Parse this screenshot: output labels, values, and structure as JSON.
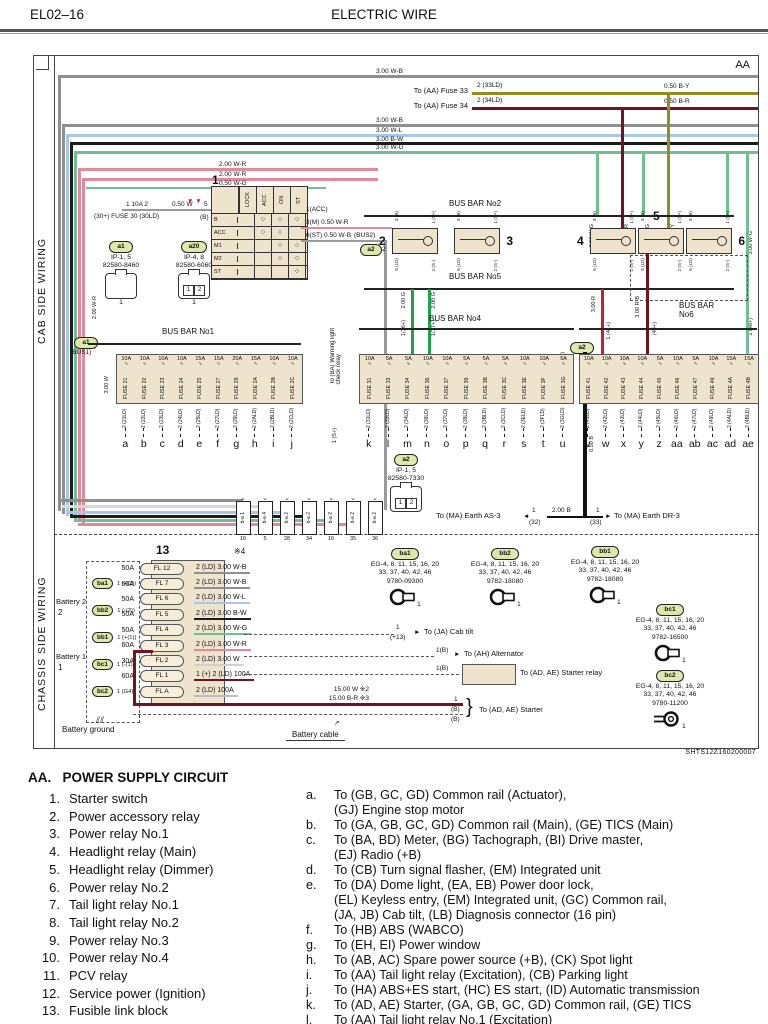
{
  "header": {
    "code": "EL02–16",
    "title": "ELECTRIC WIRE"
  },
  "colors": {
    "wire_gray": "#8f8f8f",
    "wire_blue": "#a9c6e8",
    "wire_black": "#1c1c1c",
    "wire_green": "#6fbf93",
    "wire_pink": "#e08a9b",
    "wire_red": "#c22033",
    "wire_dark_red": "#6e1422",
    "wire_olive": "#8f8f1f",
    "wire_bright_green": "#1fa24a",
    "wire_white": "#d9d9d9",
    "block_beige": "#eee3cc",
    "oval_green": "#dfe8ac"
  },
  "d": {
    "corner": "AA",
    "cab": "CAB SIDE WIRING",
    "chassis": "CHASSIS SIDE WIRING",
    "sheet": "SHTS12Z160200007",
    "top_bundle": [
      "3.00 W-B",
      "3.00 W-B",
      "3.00 W-L",
      "3.00 B-W",
      "3.00 W-G",
      "2.00 W-R",
      "2.00 W-R",
      "0.50 W-G"
    ],
    "fuse_taps": [
      {
        "dest": "To (AA) Fuse 33",
        "pin": "2 (33LD)",
        "wire": "0.50 B-Y"
      },
      {
        "dest": "To (AA) Fuse 34",
        "pin": "2 (34LD)",
        "wire": "0.50 B-R"
      }
    ],
    "vwires": {
      "wg1": "3.00 W-G",
      "br": "0.50 B-R",
      "wg2": "3.00 W-G",
      "by": "0.50 B-Y",
      "wg3": "3.00 W-G",
      "m48": "1 (48+)"
    },
    "sw": {
      "num": "1",
      "cols": [
        "LOCK",
        "ACC",
        "ON",
        "ST"
      ],
      "rows": [
        {
          "label": "B",
          "cells": [
            "",
            "○",
            "○",
            "○"
          ]
        },
        {
          "label": "ACC",
          "cells": [
            "",
            "○",
            "○",
            ""
          ]
        },
        {
          "label": "M1",
          "cells": [
            "",
            "",
            "○",
            "○"
          ]
        },
        {
          "label": "M2",
          "cells": [
            "",
            "",
            "○",
            "○"
          ]
        },
        {
          "label": "ST",
          "cells": [
            "",
            "",
            "",
            "○"
          ]
        }
      ],
      "fuse_line": "1   10A   2",
      "fuse_tag": "(30+)  FUSE 30  (30LD)",
      "wire": "0.50 W",
      "pin5": "5",
      "pinB": "(B)",
      "out_acc": "1(ACC)",
      "out_m": "3(M)   0.50 W-R",
      "out_st": "6(ST)   0.50 W-B",
      "bus2_tag": "(BUS2)",
      "bus2_id": "a2",
      "bus2_pin": "2"
    },
    "conn_a1": {
      "id": "a1",
      "loc": "IP-1, 5",
      "part": "82580-8460",
      "pin": "1"
    },
    "conn_a20": {
      "id": "a20",
      "loc": "IP-4, 8",
      "part": "82580-6060",
      "pin": "1"
    },
    "conn_a2": {
      "id": "a2",
      "loc": "IP-1, 5",
      "part": "82580-7330",
      "p1": "1",
      "p2": "2"
    },
    "bus": {
      "no1": "BUS BAR No1",
      "no2": "BUS BAR No2",
      "no4": "BUS BAR No4",
      "no5": "BUS BAR No5",
      "no6": "BUS BAR\nNo6"
    },
    "bus1_tag": {
      "id": "a1",
      "tag": "(BUS1)",
      "pin": "1"
    },
    "bus5_tag": {
      "id": "a2",
      "tag": "(BUS5)",
      "wire": "0.50 B"
    },
    "warn": {
      "text": "To (BA) Warning light\ncheck relay",
      "pin": "1 (S+)"
    },
    "relays": {
      "nums": [
        "2",
        "3",
        "4",
        "5",
        "6"
      ],
      "pins": {
        "tl": "3 (B)",
        "tr": "1 (S+)",
        "bl": "5 (LD)",
        "br": "2 (S-)"
      }
    },
    "greens": {
      "g1": "2.00 G",
      "g2": "2.00 G",
      "m36": "1(36+)",
      "m37": "1(37+)"
    },
    "reds": {
      "r": "3.00 R",
      "rb": "3.00 R-B",
      "m41": "1 (41+)",
      "m44": "(44+)"
    },
    "b1": [
      {
        "amp": "10A",
        "name": "FUSE 21",
        "ld": "2 (21LD)",
        "letter": "a"
      },
      {
        "amp": "10A",
        "name": "FUSE 22",
        "ld": "2 (22LD)",
        "letter": "b"
      },
      {
        "amp": "10A",
        "name": "FUSE 23",
        "ld": "2 (23LD)",
        "letter": "c"
      },
      {
        "amp": "10A",
        "name": "FUSE 24",
        "ld": "2 (24LD)",
        "letter": "d"
      },
      {
        "amp": "15A",
        "name": "FUSE 25",
        "ld": "2 (25LD)",
        "letter": "e"
      },
      {
        "amp": "15A",
        "name": "FUSE 27",
        "ld": "2 (27LD)",
        "letter": "f"
      },
      {
        "amp": "20A",
        "name": "FUSE 29",
        "ld": "2 (29LD)",
        "letter": "g"
      },
      {
        "amp": "15A",
        "name": "FUSE 2A",
        "ld": "2 (2ALD)",
        "letter": "h"
      },
      {
        "amp": "10A",
        "name": "FUSE 2B",
        "ld": "2 (2BLD)",
        "letter": "i"
      },
      {
        "amp": "10A",
        "name": "FUSE 2C",
        "ld": "2 (2CLD)",
        "letter": "j"
      }
    ],
    "b4": [
      {
        "amp": "10A",
        "name": "FUSE 31",
        "ld": "2 (31LD)",
        "letter": "k"
      },
      {
        "amp": "5A",
        "name": "FUSE 33",
        "ld": "2 (33LD)",
        "letter": "l"
      },
      {
        "amp": "5A",
        "name": "FUSE 34",
        "ld": "2 (34LD)",
        "letter": "m"
      },
      {
        "amp": "10A",
        "name": "FUSE 36",
        "ld": "2 (36LD)",
        "letter": "n"
      },
      {
        "amp": "10A",
        "name": "FUSE 37",
        "ld": "2 (37LD)",
        "letter": "o"
      },
      {
        "amp": "5A",
        "name": "FUSE 39",
        "ld": "2 (39LD)",
        "letter": "p"
      },
      {
        "amp": "5A",
        "name": "FUSE 3B",
        "ld": "2 (3BLD)",
        "letter": "q"
      },
      {
        "amp": "5A",
        "name": "FUSE 3C",
        "ld": "2 (3CLD)",
        "letter": "r"
      },
      {
        "amp": "10A",
        "name": "FUSE 3E",
        "ld": "2 (3ELD)",
        "letter": "s"
      },
      {
        "amp": "10A",
        "name": "FUSE 3F",
        "ld": "2 (3FLD)",
        "letter": "t"
      },
      {
        "amp": "5A",
        "name": "FUSE 3G",
        "ld": "2 (3GLD)",
        "letter": "u"
      }
    ],
    "b6": [
      {
        "amp": "10A",
        "name": "FUSE 41",
        "ld": "2 (41LD)",
        "letter": "v"
      },
      {
        "amp": "10A",
        "name": "FUSE 42",
        "ld": "2 (42LD)",
        "letter": "w"
      },
      {
        "amp": "10A",
        "name": "FUSE 43",
        "ld": "2 (43LD)",
        "letter": "x"
      },
      {
        "amp": "10A",
        "name": "FUSE 44",
        "ld": "2 (44LD)",
        "letter": "y"
      },
      {
        "amp": "5A",
        "name": "FUSE 45",
        "ld": "2 (45LD)",
        "letter": "z"
      },
      {
        "amp": "10A",
        "name": "FUSE 46",
        "ld": "2 (46LD)",
        "letter": "aa"
      },
      {
        "amp": "5A",
        "name": "FUSE 47",
        "ld": "2 (47LD)",
        "letter": "ab"
      },
      {
        "amp": "10A",
        "name": "FUSE 49",
        "ld": "2 (49LD)",
        "letter": "ac"
      },
      {
        "amp": "15A",
        "name": "FUSE 4A",
        "ld": "2 (4ALD)",
        "letter": "ad"
      },
      {
        "amp": "15A",
        "name": "FUSE 4B",
        "ld": "2 (4BLD)",
        "letter": "ae"
      }
    ],
    "earth": {
      "left": "To (MA) Earth AS-3",
      "lpin": "1",
      "ltag": "(32)",
      "wire": "2.00 B",
      "rtag": "(33)",
      "rpin": "1",
      "right": "To (MA) Earth DR-3"
    },
    "ba_row": [
      {
        "label": "b-a 1",
        "pin": "16"
      },
      {
        "label": "b-a 4",
        "pin": "5"
      },
      {
        "label": "b-a 2",
        "pin": "28"
      },
      {
        "label": "b-a 2",
        "pin": "34"
      },
      {
        "label": "b-a 2",
        "pin": "16"
      },
      {
        "label": "b-a 2",
        "pin": "35"
      },
      {
        "label": "b-a 2",
        "pin": "36"
      }
    ],
    "batt": {
      "b2": "Battery 2",
      "b1": "Battery 1",
      "n2": "2",
      "n1": "1",
      "ground": "Battery ground",
      "chain": [
        {
          "id": "ba1",
          "pin": "1 (+(2))"
        },
        {
          "id": "bb2",
          "pin": "1 (-(2))"
        },
        {
          "id": "bb1",
          "pin": "1 (+(1))"
        },
        {
          "id": "bc1",
          "pin": "1 (-(1))"
        },
        {
          "id": "bc2",
          "pin": "1 (G4)"
        }
      ]
    },
    "fl": {
      "num": "13",
      "note": "※4",
      "rows": [
        {
          "amp": "50A",
          "name": "FL 12",
          "out": "2 (LD)  3.00 W-B"
        },
        {
          "amp": "60A",
          "name": "FL 7",
          "out": "2 (LD)  3.00 W-B"
        },
        {
          "amp": "50A",
          "name": "FL 6",
          "out": "2 (LD)  3.00 W-L"
        },
        {
          "amp": "50A",
          "name": "FL 5",
          "out": "2 (LD)  3.00 B-W"
        },
        {
          "amp": "50A",
          "name": "FL 4",
          "out": "2 (LD)  3.00 W-G"
        },
        {
          "amp": "60A",
          "name": "FL 3",
          "out": "2 (LD)  3.00 W-R"
        },
        {
          "amp": "30A",
          "name": "FL 2",
          "out": "2 (LD)  3.00 W"
        },
        {
          "amp": "60A",
          "name": "FL 1",
          "out": "1 (+)   2 (LD)   100A"
        },
        {
          "amp": "",
          "name": "FL A",
          "out": "2 (LD)   100A"
        }
      ]
    },
    "cable": {
      "w": "15.00 W ※2",
      "br": "15.00 B-R ※3",
      "label": "Battery cable",
      "starter": "To (AD, AE) Starter",
      "p1": "1",
      "t1": "(B)",
      "t2": "(B)",
      "p2": "1"
    },
    "notes": [
      {
        "pin": "1",
        "tag": "(+13)",
        "text": "To (JA) Cab tilt"
      },
      {
        "pin": "1(B)",
        "tag": "",
        "text": "To (AH) Alternator"
      },
      {
        "pin": "1(B)",
        "tag": "",
        "text": "To (AD, AE) Starter relay"
      }
    ],
    "cards": [
      {
        "id": "ba1",
        "l1": "EG-4, 8, 11, 15, 16, 20",
        "l2": "33, 37, 40, 42, 46",
        "part": "9780-09300",
        "pin": "1"
      },
      {
        "id": "bb2",
        "l1": "EG-4, 8, 11, 15, 16, 20",
        "l2": "33, 37, 40, 42, 46",
        "part": "9782-18080",
        "pin": "1"
      },
      {
        "id": "bb1",
        "l1": "EG-4, 8, 11, 15, 16, 20",
        "l2": "33, 37, 40, 42, 46",
        "part": "9782-18080",
        "pin": "1"
      },
      {
        "id": "bc1",
        "l1": "EG-4, 8, 11, 15, 16, 20",
        "l2": "33, 37, 40, 42, 46",
        "part": "9782-16500",
        "pin": "1"
      },
      {
        "id": "bc2",
        "l1": "EG-4, 8, 11, 15, 16, 20",
        "l2": "33, 37, 40, 42, 46",
        "part": "9780-11200",
        "pin": "1"
      }
    ]
  },
  "legend": {
    "title_key": "AA.",
    "title": "POWER SUPPLY CIRCUIT",
    "items": [
      {
        "n": "1.",
        "t": "Starter switch"
      },
      {
        "n": "2.",
        "t": "Power accessory relay"
      },
      {
        "n": "3.",
        "t": "Power relay No.1"
      },
      {
        "n": "4.",
        "t": "Headlight relay (Main)"
      },
      {
        "n": "5.",
        "t": "Headlight relay (Dimmer)"
      },
      {
        "n": "6.",
        "t": "Power relay No.2"
      },
      {
        "n": "7.",
        "t": "Tail light relay No.1"
      },
      {
        "n": "8.",
        "t": "Tail light relay No.2"
      },
      {
        "n": "9.",
        "t": "Power relay No.3"
      },
      {
        "n": "10.",
        "t": "Power relay No.4"
      },
      {
        "n": "11.",
        "t": "PCV relay"
      },
      {
        "n": "12.",
        "t": "Service power (Ignition)"
      },
      {
        "n": "13.",
        "t": "Fusible link block"
      }
    ],
    "dests": [
      {
        "k": "a.",
        "t": "To (GB, GC, GD) Common rail (Actuator),\n(GJ) Engine stop motor"
      },
      {
        "k": "b.",
        "t": "To (GA, GB, GC, GD) Common rail (Main), (GE) TICS (Main)"
      },
      {
        "k": "c.",
        "t": "To (BA, BD) Meter, (BG) Tachograph, (BI) Drive master,\n(EJ) Radio (+B)"
      },
      {
        "k": "d.",
        "t": "To (CB) Turn signal flasher, (EM) Integrated unit"
      },
      {
        "k": "e.",
        "t": "To (DA) Dome light, (EA, EB) Power door lock,\n(EL) Keyless entry, (EM) Integrated unit, (GC) Common rail,\n(JA, JB) Cab tilt, (LB) Diagnosis connector (16 pin)"
      },
      {
        "k": "f.",
        "t": "To (HB) ABS (WABCO)"
      },
      {
        "k": "g.",
        "t": "To (EH, EI) Power window"
      },
      {
        "k": "h.",
        "t": "To (AB, AC) Spare power source (+B), (CK) Spot light"
      },
      {
        "k": "i.",
        "t": "To (AA) Tail light relay (Excitation), (CB) Parking light"
      },
      {
        "k": "j.",
        "t": "To (HA) ABS+ES start, (HC) ES start, (ID) Automatic transmission"
      },
      {
        "k": "k.",
        "t": "To (AD, AE) Starter, (GA, GB, GC, GD) Common rail, (GE) TICS"
      },
      {
        "k": "l.",
        "t": "To (AA) Tail light relay No.1 (Excitation)"
      }
    ]
  }
}
